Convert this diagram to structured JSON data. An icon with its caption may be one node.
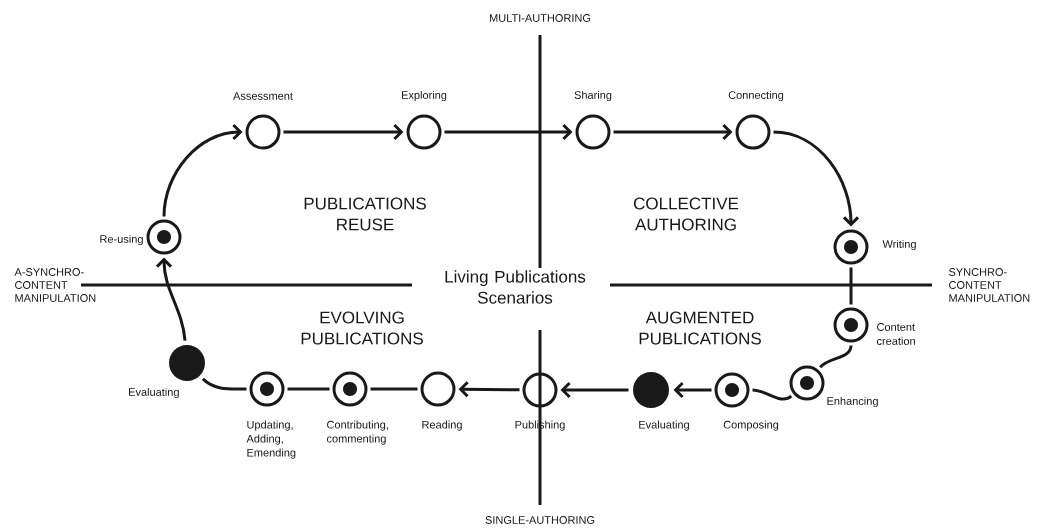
{
  "diagram": {
    "nodes": [
      {
        "text": [
          "Assessment"
        ]
      },
      {
        "text": [
          "Exploring"
        ]
      },
      {
        "text": [
          "Sharing"
        ]
      },
      {
        "text": [
          "Connecting"
        ]
      },
      {
        "text": [
          "Re-using"
        ]
      },
      {
        "text": [
          "Writing"
        ]
      },
      {
        "text": [
          "Content creation"
        ]
      },
      {
        "text": [
          "Evaluating"
        ]
      },
      {
        "text": [
          "Enhancing"
        ]
      },
      {
        "text": [
          "Updating, Adding, Emending"
        ]
      },
      {
        "text": [
          "Contributing, commenting"
        ]
      },
      {
        "text": [
          "Reading"
        ]
      },
      {
        "text": [
          "Publishing"
        ]
      },
      {
        "text": [
          "Evaluating"
        ]
      },
      {
        "text": [
          "Composing"
        ]
      }
    ],
    "edges": [
      {
        "from": 4,
        "to": 0,
        "arrow": "to"
      },
      {
        "from": 0,
        "to": 1,
        "arrow": "to"
      },
      {
        "from": 1,
        "to": 2,
        "arrow": "to"
      },
      {
        "from": 2,
        "to": 3,
        "arrow": "to"
      },
      {
        "from": 3,
        "to": 5,
        "arrow": "to"
      },
      {
        "from": 5,
        "to": 6,
        "arrow": "none"
      },
      {
        "from": 6,
        "to": 8,
        "arrow": "none"
      },
      {
        "from": 8,
        "to": 14,
        "arrow": "none"
      },
      {
        "from": 14,
        "to": 13,
        "arrow": "to"
      },
      {
        "from": 13,
        "to": 12,
        "arrow": "to"
      },
      {
        "from": 12,
        "to": 11,
        "arrow": "to"
      },
      {
        "from": 11,
        "to": 10,
        "arrow": "none"
      },
      {
        "from": 10,
        "to": 9,
        "arrow": "none"
      },
      {
        "from": 9,
        "to": 7,
        "arrow": "none"
      },
      {
        "from": 7,
        "to": 4,
        "arrow": "to"
      }
    ],
    "labels": [
      "MULTI-AUTHORING",
      "PUBLICATIONS REUSE",
      "COLLECTIVE AUTHORING",
      "A-SYNCHRO- CONTENT MANIPULATION",
      "Living Publications Scenarios",
      "SYNCHRO- CONTENT MANIPULATION",
      "EVOLVING PUBLICATIONS",
      "AUGMENTED PUBLICATIONS",
      "SINGLE-AUTHORING"
    ]
  }
}
